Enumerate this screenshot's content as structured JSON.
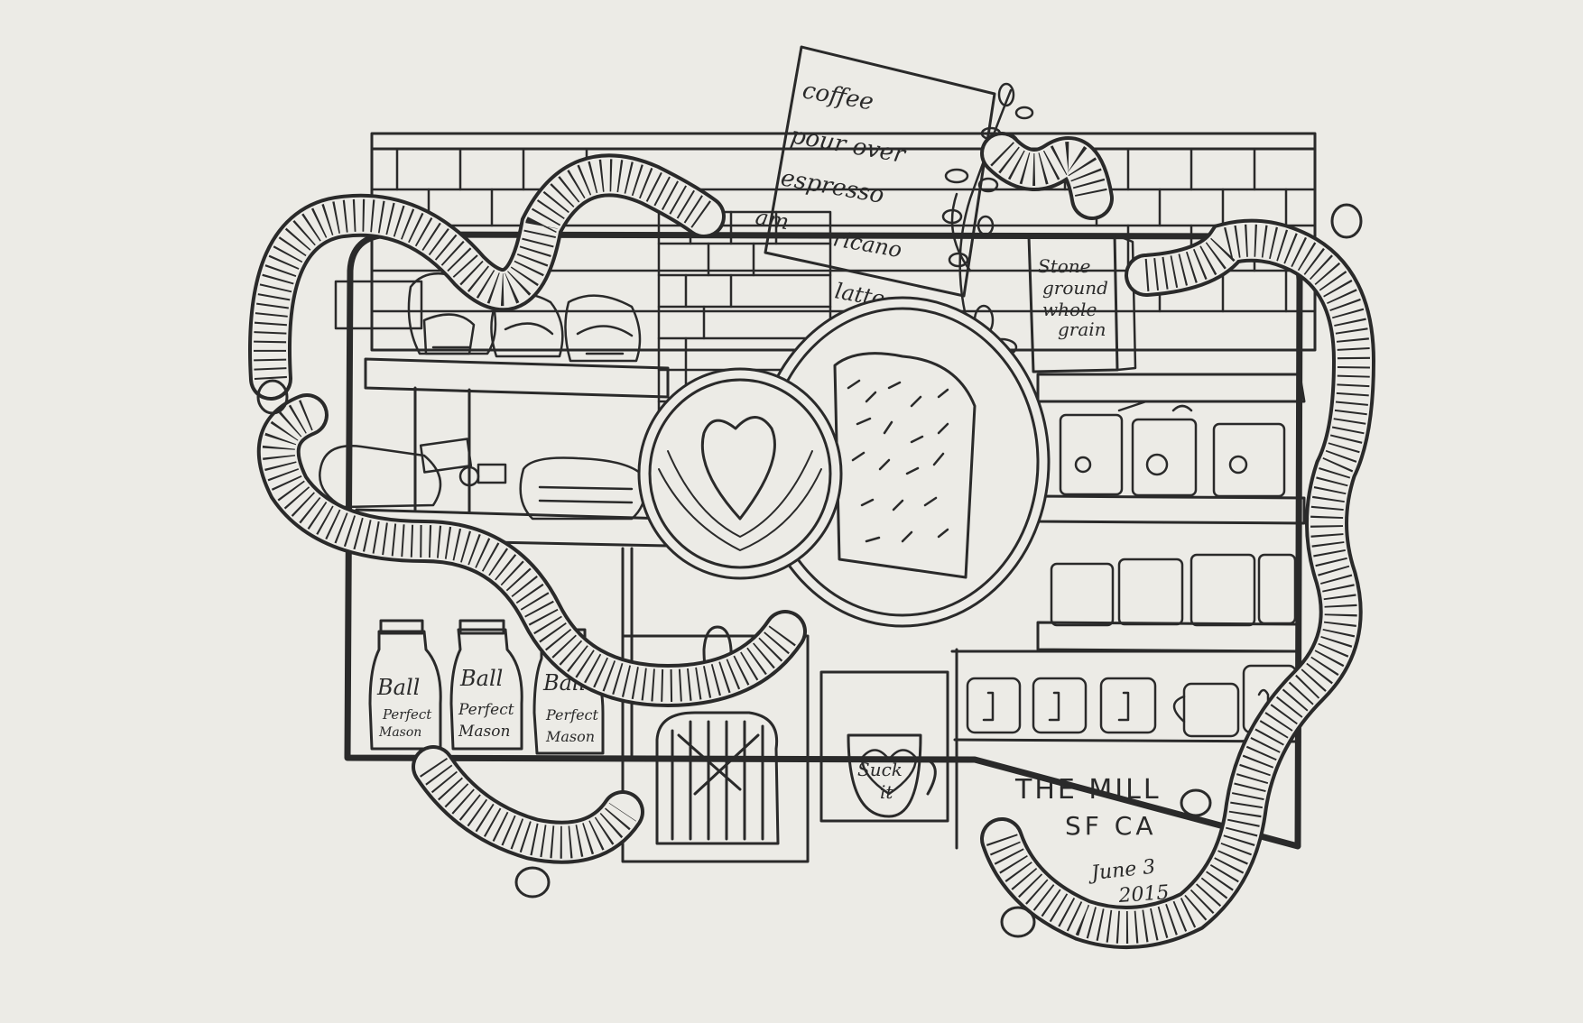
{
  "menu_card": {
    "line1": "coffee",
    "line2": "pour over",
    "line3": "espresso",
    "line4a": "am",
    "line4b": "ricano",
    "line5": "latte"
  },
  "flour_bag": {
    "line1": "Stone",
    "line2": "ground",
    "line3": "whole",
    "line4": "grain"
  },
  "jars": [
    {
      "brand": "Ball",
      "line2": "Perfect",
      "line3": "Mason"
    },
    {
      "brand": "Ball",
      "line2": "Perfect",
      "line3": "Mason"
    },
    {
      "brand": "Ball",
      "line2": "Perfect",
      "line3": "Mason"
    }
  ],
  "mug_text": {
    "line1": "Suck",
    "line2": "it"
  },
  "sign": {
    "line1": "THE MILL",
    "line2": "SF  CA"
  },
  "date": {
    "line1": "June 3",
    "line2": "2015"
  },
  "colors": {
    "paper": "#ecebe6",
    "ink": "#2a2a2a"
  }
}
